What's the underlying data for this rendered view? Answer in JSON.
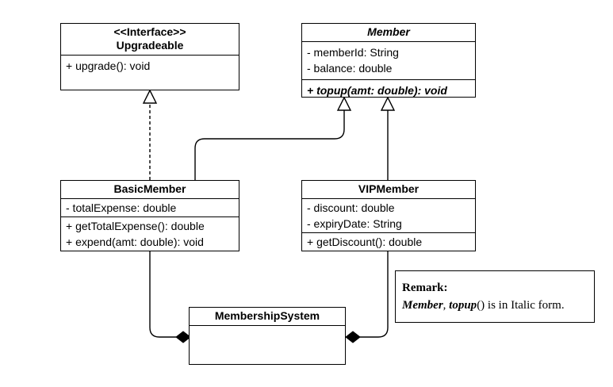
{
  "classes": {
    "upgradeable": {
      "stereotype": "<<Interface>>",
      "name": "Upgradeable",
      "methods": [
        "+ upgrade(): void"
      ]
    },
    "member": {
      "name": "Member",
      "attributes": [
        "- memberId: String",
        "- balance: double"
      ],
      "methods": [
        "+ topup(amt: double): void"
      ]
    },
    "basic_member": {
      "name": "BasicMember",
      "attributes": [
        "- totalExpense: double"
      ],
      "methods": [
        "+ getTotalExpense(): double",
        "+ expend(amt: double): void"
      ]
    },
    "vip_member": {
      "name": "VIPMember",
      "attributes": [
        "- discount: double",
        "- expiryDate: String"
      ],
      "methods": [
        "+ getDiscount(): double"
      ]
    },
    "membership_system": {
      "name": "MembershipSystem"
    }
  },
  "remark": {
    "title": "Remark:",
    "member": "Member",
    "sep": ", ",
    "topup": "topup",
    "rest": "() is in Italic form."
  },
  "colors": {
    "line": "#000000",
    "background": "#ffffff"
  }
}
